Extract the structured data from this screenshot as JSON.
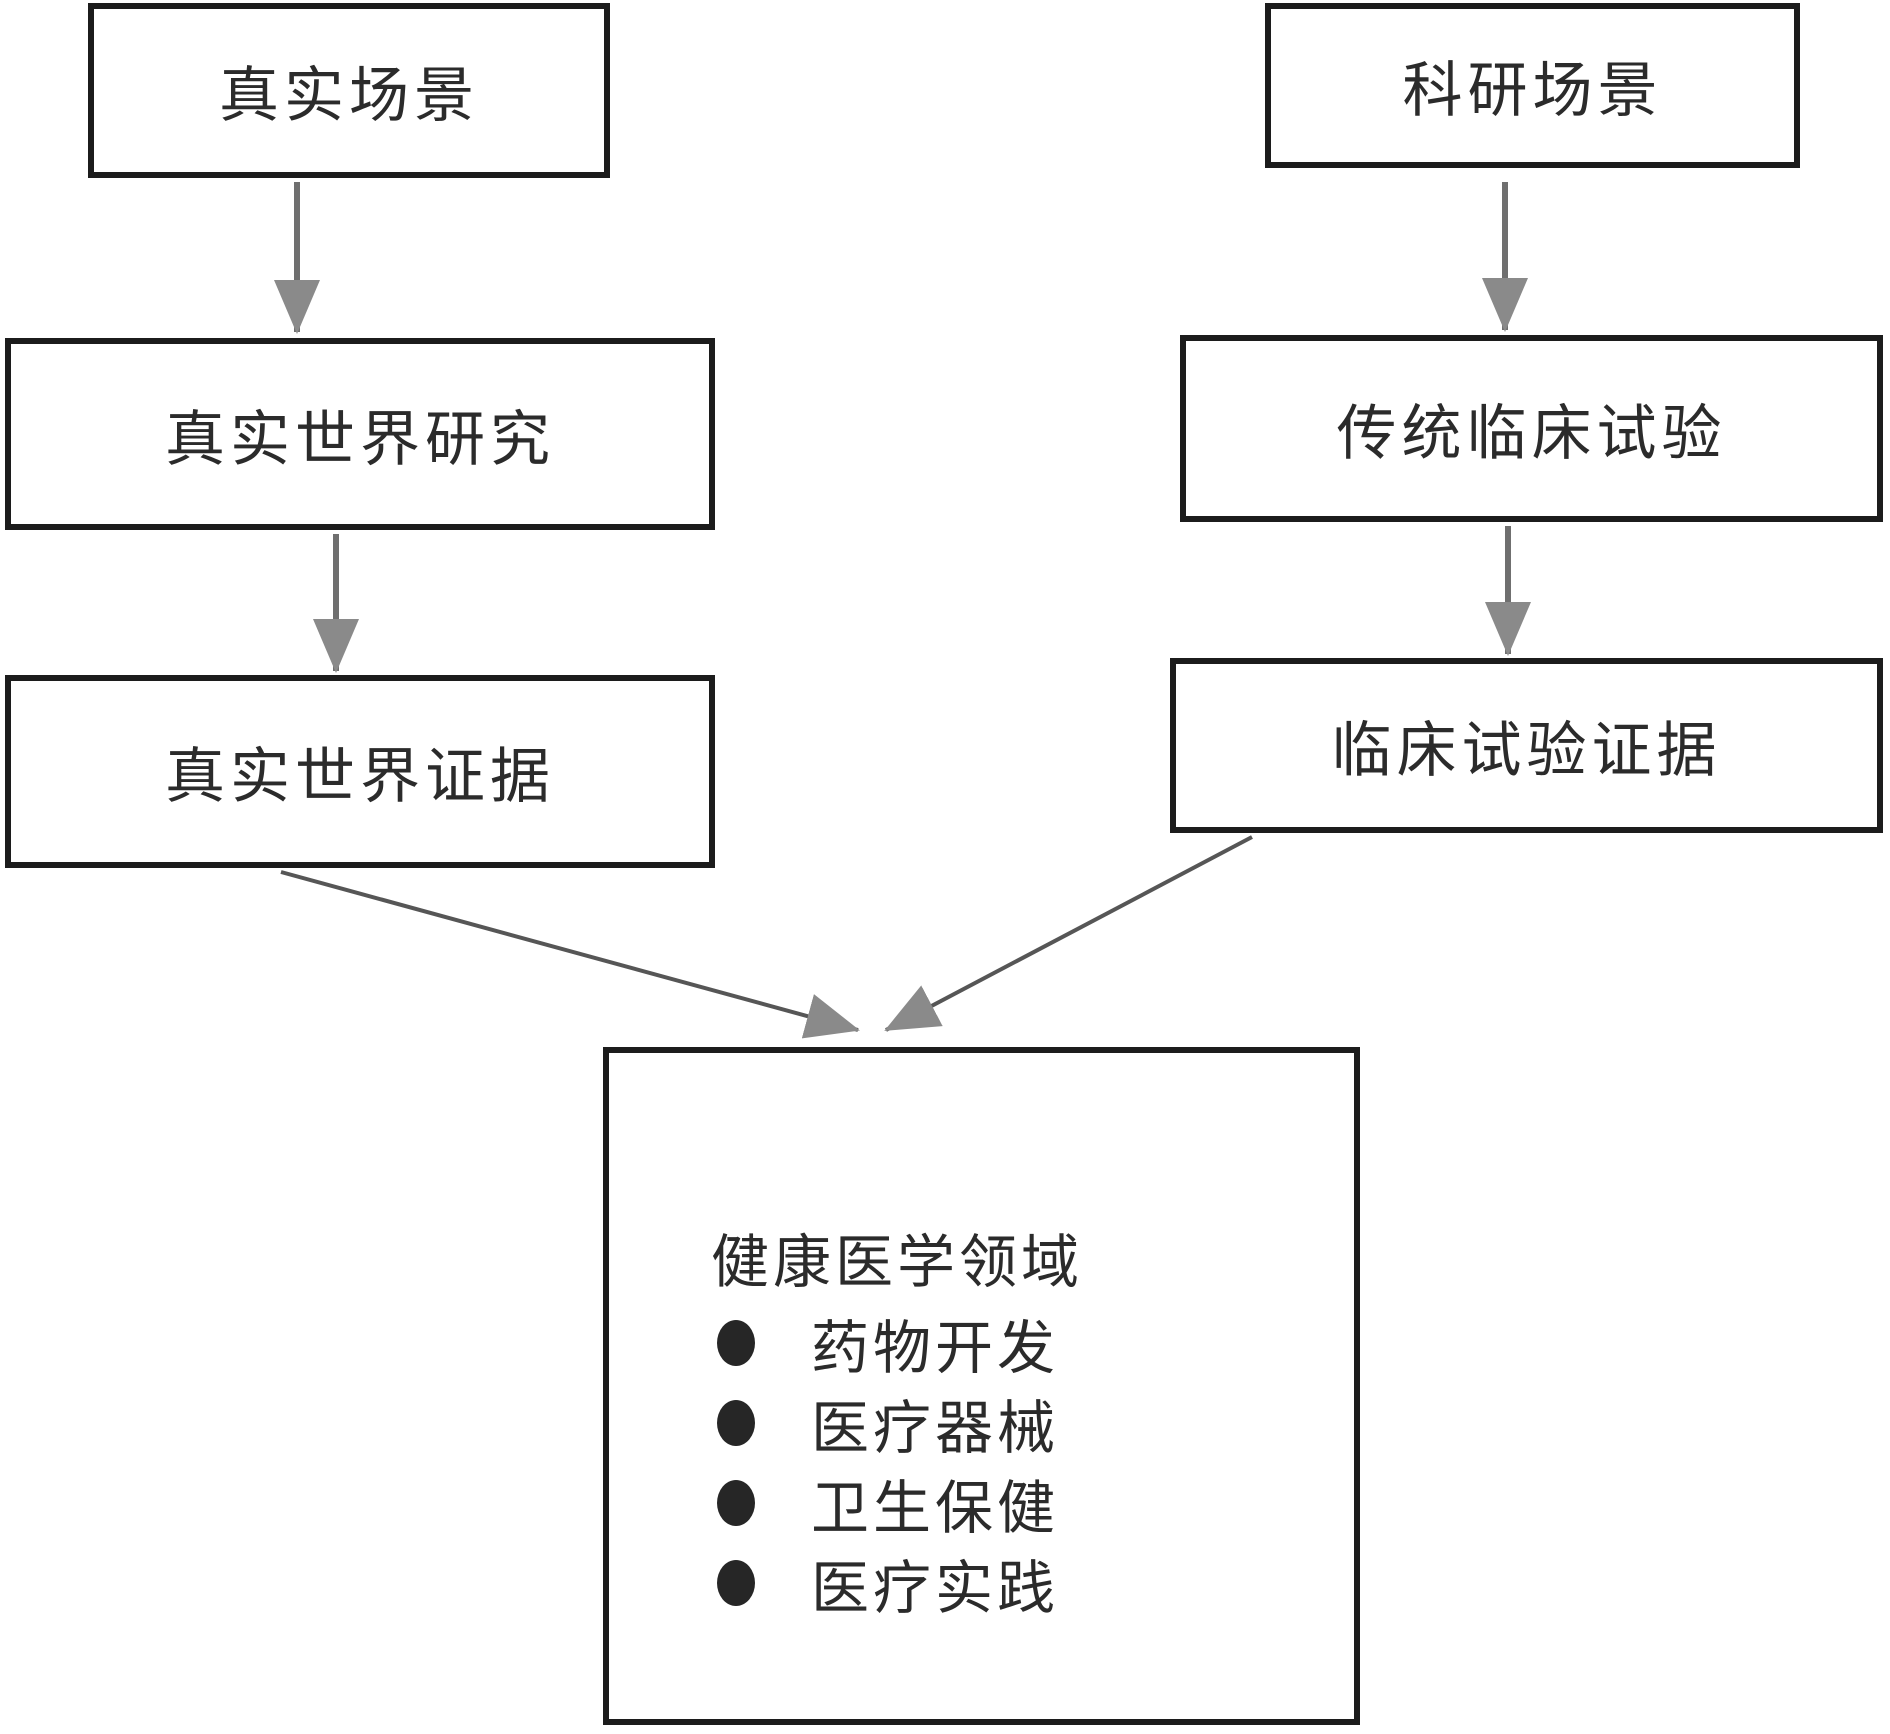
{
  "diagram": {
    "left_flow": {
      "box1": "真实场景",
      "box2": "真实世界研究",
      "box3": "真实世界证据"
    },
    "right_flow": {
      "box1": "科研场景",
      "box2": "传统临床试验",
      "box3": "临床试验证据"
    },
    "bottom_box": {
      "title": "健康医学领域",
      "items": [
        "药物开发",
        "医疗器械",
        "卫生保健",
        "医疗实践"
      ]
    },
    "colors": {
      "box_border": "#1c1c1c",
      "text": "#2b2b2b",
      "arrow_shaft": "#6f6f6f",
      "arrow_head": "#8a8a8a",
      "diagonal_line": "#565656",
      "background": "#ffffff"
    }
  }
}
